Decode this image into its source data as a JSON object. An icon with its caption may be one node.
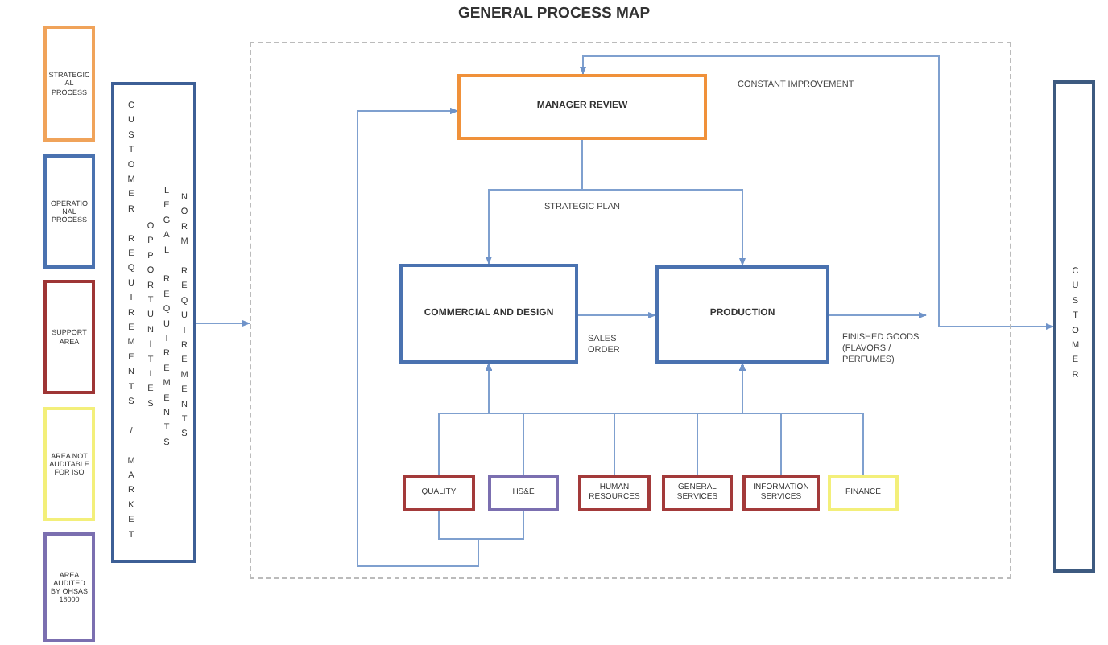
{
  "diagram": {
    "title": "GENERAL PROCESS MAP",
    "nodes": [
      {
        "text": [
          "STRATEGICAL PROCESS"
        ]
      },
      {
        "text": [
          "OPERATIONAL PROCESS"
        ]
      },
      {
        "text": [
          "SUPPORT AREA"
        ]
      },
      {
        "text": [
          "AREA NOT AUDITABLE FOR ISO"
        ]
      },
      {
        "text": [
          "AREA AUDITED BY OHSAS 18000"
        ]
      },
      {
        "text": [
          "CUSTOMER REQUIREMENTS / MARKET",
          "OPPORTUNITIES",
          "LEGAL REQUIREMENTS",
          "NORM REQUIREMENTS"
        ]
      },
      {
        "text": [],
        "shape": "box"
      },
      {
        "text": [
          "MANAGER REVIEW"
        ],
        "in": 6
      },
      {
        "text": [
          "COMMERCIAL AND DESIGN"
        ],
        "in": 6
      },
      {
        "text": [
          "PRODUCTION"
        ],
        "in": 6
      },
      {
        "text": [
          "QUALITY"
        ],
        "in": 6
      },
      {
        "text": [
          "HS&E"
        ],
        "in": 6
      },
      {
        "text": [
          "HUMAN RESOURCES"
        ],
        "in": 6
      },
      {
        "text": [
          "GENERAL SERVICES"
        ],
        "in": 6
      },
      {
        "text": [
          "INFORMATION SERVICES"
        ],
        "in": 6
      },
      {
        "text": [
          "FINANCE"
        ],
        "in": 6
      },
      {
        "text": [
          "CUSTOMER"
        ]
      }
    ],
    "edges": [
      {
        "from": 5,
        "to": 6,
        "arrow": "to"
      },
      {
        "from": 7,
        "to": 8,
        "arrow": "to"
      },
      {
        "from": 7,
        "to": 9,
        "arrow": "to"
      },
      {
        "from": 8,
        "to": 9,
        "arrow": "to",
        "label": "SALES ORDER"
      },
      {
        "from": 9,
        "to": null,
        "arrow": "to",
        "label": "FINISHED GOODS (FLAVORS / PERFUMES)"
      },
      {
        "from": null,
        "to": 16,
        "arrow": "to"
      },
      {
        "from": null,
        "to": 7,
        "arrow": "to",
        "label": "CONSTANT IMPROVEMENT"
      },
      {
        "from": 10,
        "to": 8,
        "arrow": "to"
      },
      {
        "from": 10,
        "to": 9,
        "arrow": "to"
      },
      {
        "from": 11,
        "to": 8,
        "arrow": "to"
      },
      {
        "from": 11,
        "to": 9,
        "arrow": "to"
      },
      {
        "from": 12,
        "to": 8,
        "arrow": "to"
      },
      {
        "from": 12,
        "to": 9,
        "arrow": "to"
      },
      {
        "from": 13,
        "to": 8,
        "arrow": "to"
      },
      {
        "from": 13,
        "to": 9,
        "arrow": "to"
      },
      {
        "from": 14,
        "to": 8,
        "arrow": "to"
      },
      {
        "from": 14,
        "to": 9,
        "arrow": "to"
      },
      {
        "from": 15,
        "to": 8,
        "arrow": "to"
      },
      {
        "from": 15,
        "to": 9,
        "arrow": "to"
      },
      {
        "from": 10,
        "to": 7,
        "arrow": "to"
      },
      {
        "from": 11,
        "to": 7,
        "arrow": "to"
      }
    ],
    "labels": [
      "STRATEGIC PLAN"
    ]
  }
}
